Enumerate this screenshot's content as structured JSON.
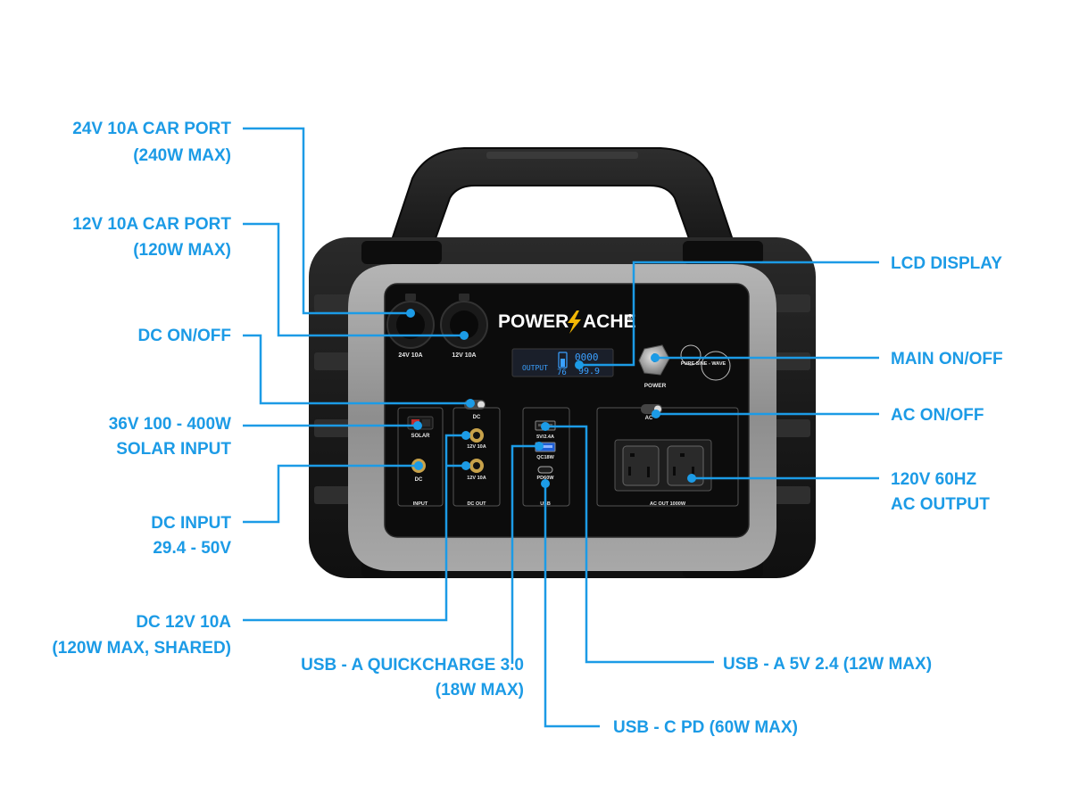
{
  "brand": {
    "name_left": "POWER",
    "name_right": "ACHE",
    "mark": "®"
  },
  "device": {
    "port_24v_label": "24V 10A",
    "port_12v_label": "12V 10A",
    "lcd_output": "OUTPUT",
    "lcd_watts": "0000",
    "lcd_percent": "76",
    "lcd_secondary": "99.9",
    "power_label": "POWER",
    "pure_sine_label": "PURE SINE - WAVE",
    "solar_label": "SOLAR",
    "dc_in_label": "DC",
    "input_group_label": "INPUT",
    "dc_switch_label": "DC",
    "dcout_port1_label": "12V 10A",
    "dcout_port2_label": "12V 10A",
    "dcout_group_label": "DC OUT",
    "usb_a_label": "5V/2.4A",
    "usb_qc_label": "QC18W",
    "usb_c_label": "PD60W",
    "usb_group_label": "USB",
    "ac_switch_label": "AC",
    "ac_group_label": "AC OUT 1000W"
  },
  "callouts": {
    "car24_line1": "24V 10A CAR PORT",
    "car24_line2": "(240W MAX)",
    "car12_line1": "12V 10A CAR PORT",
    "car12_line2": "(120W MAX)",
    "dc_onoff": "DC ON/OFF",
    "solar_line1": "36V 100 - 400W",
    "solar_line2": "SOLAR INPUT",
    "dcin_line1": "DC INPUT",
    "dcin_line2": "29.4 - 50V",
    "dc12_line1": "DC 12V 10A",
    "dc12_line2": "(120W MAX, SHARED)",
    "qc_line1": "USB - A QUICKCHARGE 3.0",
    "qc_line2": "(18W MAX)",
    "usbc": "USB - C PD (60W MAX)",
    "usba": "USB - A 5V 2.4 (12W MAX)",
    "lcd": "LCD DISPLAY",
    "main_onoff": "MAIN ON/OFF",
    "ac_onoff": "AC ON/OFF",
    "ac_out_line1": "120V 60HZ",
    "ac_out_line2": "AC OUTPUT"
  },
  "colors": {
    "accent": "#1c9be6",
    "body_dark": "#1e1e1e",
    "frame_grey": "#9a9a9a",
    "panel_black": "#0c0c0c",
    "lightning": "#f2b705"
  }
}
